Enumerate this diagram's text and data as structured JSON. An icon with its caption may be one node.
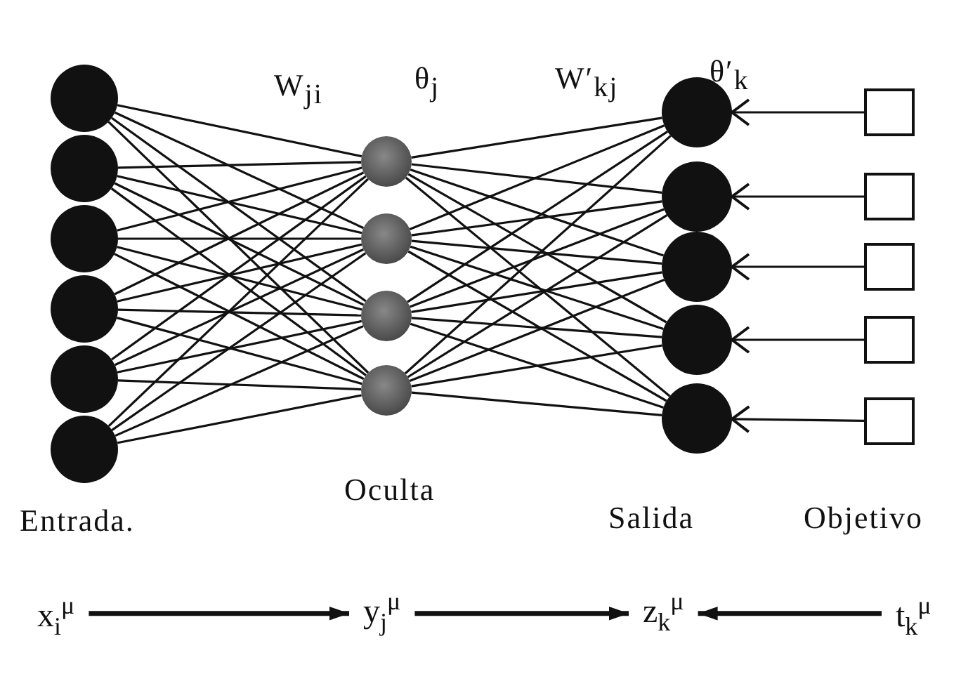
{
  "diagram": {
    "nodes": [
      {
        "text": [],
        "shape": "circle"
      },
      {
        "text": [],
        "shape": "circle"
      },
      {
        "text": [],
        "shape": "circle"
      },
      {
        "text": [],
        "shape": "circle"
      },
      {
        "text": [],
        "shape": "circle"
      },
      {
        "text": [],
        "shape": "circle"
      },
      {
        "text": [],
        "shape": "circle"
      },
      {
        "text": [],
        "shape": "circle"
      },
      {
        "text": [],
        "shape": "circle"
      },
      {
        "text": [],
        "shape": "circle"
      },
      {
        "text": [],
        "shape": "circle"
      },
      {
        "text": [],
        "shape": "circle"
      },
      {
        "text": [],
        "shape": "circle"
      },
      {
        "text": [],
        "shape": "circle"
      },
      {
        "text": [],
        "shape": "circle"
      },
      {
        "text": [],
        "shape": "box"
      },
      {
        "text": [],
        "shape": "box"
      },
      {
        "text": [],
        "shape": "box"
      },
      {
        "text": [],
        "shape": "box"
      },
      {
        "text": [],
        "shape": "box"
      },
      {
        "text": [
          "x$_{i}$$^{μ}$"
        ]
      },
      {
        "text": [
          "y$_{j}$$^{μ}$"
        ]
      },
      {
        "text": [
          "z$_{k}$$^{μ}$"
        ]
      },
      {
        "text": [
          "t$_{k}$$^{μ}$"
        ]
      }
    ],
    "edges": [
      {
        "from": 0,
        "to": 6,
        "arrow": "none"
      },
      {
        "from": 0,
        "to": 7,
        "arrow": "none"
      },
      {
        "from": 0,
        "to": 8,
        "arrow": "none"
      },
      {
        "from": 0,
        "to": 9,
        "arrow": "none"
      },
      {
        "from": 1,
        "to": 6,
        "arrow": "none"
      },
      {
        "from": 1,
        "to": 7,
        "arrow": "none"
      },
      {
        "from": 1,
        "to": 8,
        "arrow": "none"
      },
      {
        "from": 1,
        "to": 9,
        "arrow": "none"
      },
      {
        "from": 2,
        "to": 6,
        "arrow": "none"
      },
      {
        "from": 2,
        "to": 7,
        "arrow": "none"
      },
      {
        "from": 2,
        "to": 8,
        "arrow": "none"
      },
      {
        "from": 2,
        "to": 9,
        "arrow": "none"
      },
      {
        "from": 3,
        "to": 6,
        "arrow": "none"
      },
      {
        "from": 3,
        "to": 7,
        "arrow": "none"
      },
      {
        "from": 3,
        "to": 8,
        "arrow": "none"
      },
      {
        "from": 3,
        "to": 9,
        "arrow": "none"
      },
      {
        "from": 4,
        "to": 6,
        "arrow": "none"
      },
      {
        "from": 4,
        "to": 7,
        "arrow": "none"
      },
      {
        "from": 4,
        "to": 8,
        "arrow": "none"
      },
      {
        "from": 4,
        "to": 9,
        "arrow": "none"
      },
      {
        "from": 5,
        "to": 6,
        "arrow": "none"
      },
      {
        "from": 5,
        "to": 7,
        "arrow": "none"
      },
      {
        "from": 5,
        "to": 8,
        "arrow": "none"
      },
      {
        "from": 5,
        "to": 9,
        "arrow": "none"
      },
      {
        "from": 6,
        "to": 10,
        "arrow": "none"
      },
      {
        "from": 6,
        "to": 11,
        "arrow": "none"
      },
      {
        "from": 6,
        "to": 12,
        "arrow": "none"
      },
      {
        "from": 6,
        "to": 13,
        "arrow": "none"
      },
      {
        "from": 6,
        "to": 14,
        "arrow": "none"
      },
      {
        "from": 7,
        "to": 10,
        "arrow": "none"
      },
      {
        "from": 7,
        "to": 11,
        "arrow": "none"
      },
      {
        "from": 7,
        "to": 12,
        "arrow": "none"
      },
      {
        "from": 7,
        "to": 13,
        "arrow": "none"
      },
      {
        "from": 7,
        "to": 14,
        "arrow": "none"
      },
      {
        "from": 8,
        "to": 10,
        "arrow": "none"
      },
      {
        "from": 8,
        "to": 11,
        "arrow": "none"
      },
      {
        "from": 8,
        "to": 12,
        "arrow": "none"
      },
      {
        "from": 8,
        "to": 13,
        "arrow": "none"
      },
      {
        "from": 8,
        "to": 14,
        "arrow": "none"
      },
      {
        "from": 9,
        "to": 10,
        "arrow": "none"
      },
      {
        "from": 9,
        "to": 11,
        "arrow": "none"
      },
      {
        "from": 9,
        "to": 12,
        "arrow": "none"
      },
      {
        "from": 9,
        "to": 13,
        "arrow": "none"
      },
      {
        "from": 9,
        "to": 14,
        "arrow": "none"
      },
      {
        "from": 15,
        "to": 10,
        "arrow": "to"
      },
      {
        "from": 16,
        "to": 11,
        "arrow": "to"
      },
      {
        "from": 17,
        "to": 12,
        "arrow": "to"
      },
      {
        "from": 18,
        "to": 13,
        "arrow": "to"
      },
      {
        "from": 19,
        "to": 14,
        "arrow": "to"
      },
      {
        "from": 20,
        "to": 21,
        "arrow": "to",
        "style": "thick"
      },
      {
        "from": 21,
        "to": 22,
        "arrow": "to",
        "style": "thick"
      },
      {
        "from": 23,
        "to": 22,
        "arrow": "to",
        "style": "thick"
      }
    ],
    "labels": [
      "W$_{ji}$",
      "θ$_{j}$",
      "W′$_{kj}$",
      "θ′$_{k}$",
      "Entrada.",
      "Oculta",
      "Salida",
      "Objetivo"
    ]
  }
}
